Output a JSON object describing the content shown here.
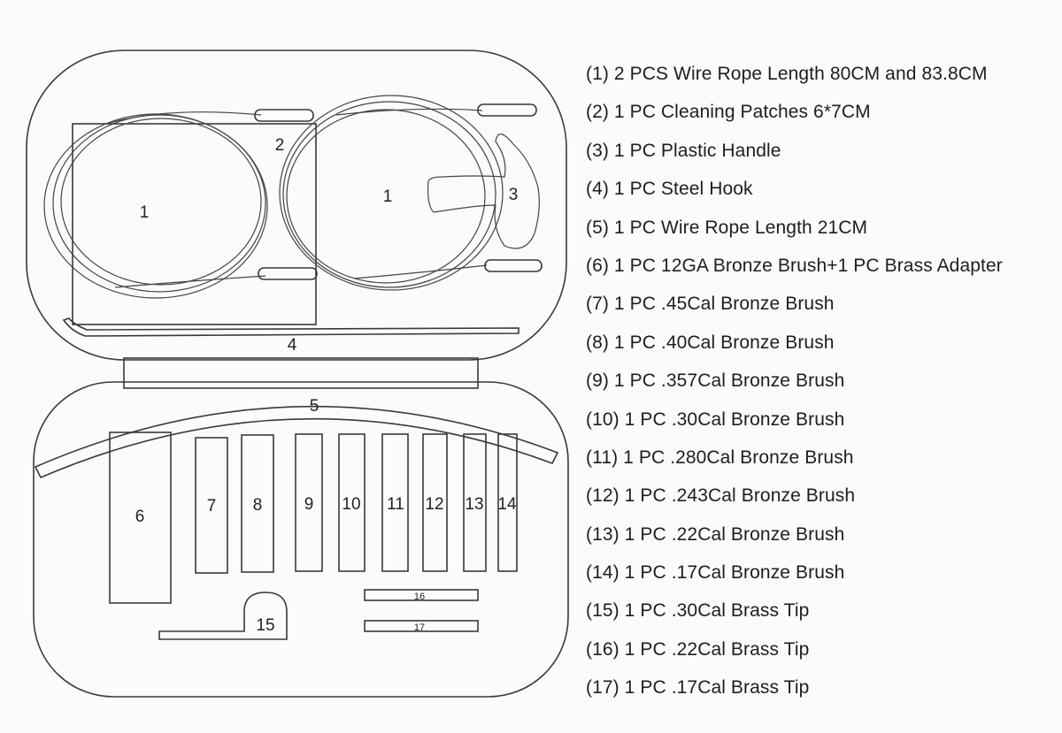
{
  "diagram": {
    "labels": {
      "wire_rope_left": "1",
      "wire_rope_right": "1",
      "cleaning_patches": "2",
      "plastic_handle": "3",
      "steel_hook": "4",
      "wire_rope_short": "5",
      "brush_12ga": "6",
      "brush_45cal": "7",
      "brush_40cal": "8",
      "brush_357cal": "9",
      "brush_30cal": "10",
      "brush_280cal": "11",
      "brush_243cal": "12",
      "brush_22cal": "13",
      "brush_17cal": "14",
      "tip_30cal": "15",
      "tip_22cal": "16",
      "tip_17cal": "17"
    }
  },
  "legend": {
    "items": [
      "(1) 2 PCS Wire Rope Length 80CM and 83.8CM",
      "(2) 1 PC Cleaning Patches 6*7CM",
      "(3) 1 PC Plastic Handle",
      "(4) 1 PC Steel Hook",
      "(5) 1 PC Wire Rope Length 21CM",
      "(6) 1 PC 12GA Bronze Brush+1 PC Brass Adapter",
      "(7) 1 PC .45Cal Bronze Brush",
      "(8) 1 PC .40Cal Bronze Brush",
      "(9) 1 PC .357Cal Bronze Brush",
      "(10) 1 PC .30Cal Bronze Brush",
      "(11) 1 PC .280Cal Bronze Brush",
      "(12) 1 PC .243Cal Bronze Brush",
      "(13) 1 PC .22Cal Bronze Brush",
      "(14) 1 PC .17Cal Bronze Brush",
      "(15) 1 PC .30Cal Brass Tip",
      "(16) 1 PC .22Cal Brass Tip",
      "(17) 1 PC .17Cal Brass Tip"
    ]
  }
}
